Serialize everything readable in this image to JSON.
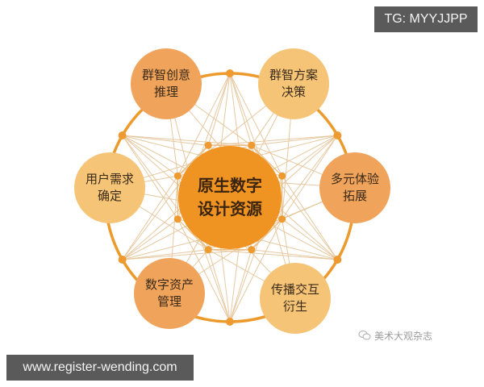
{
  "diagram": {
    "center": {
      "line1": "原生数字",
      "line2": "设计资源",
      "label": "原生数字\n设计资源"
    },
    "satellites": [
      {
        "id": "top-left",
        "label": "群智创意\n推理",
        "color": "#f0a35a"
      },
      {
        "id": "top-right",
        "label": "群智方案\n决策",
        "color": "#f5c477"
      },
      {
        "id": "right",
        "label": "多元体验\n拓展",
        "color": "#f0a35a"
      },
      {
        "id": "bottom-right",
        "label": "传播交互\n衍生",
        "color": "#f5c477"
      },
      {
        "id": "bottom-left",
        "label": "数字资产\n管理",
        "color": "#f0a35a"
      },
      {
        "id": "left",
        "label": "用户需求\n确定",
        "color": "#f5c477"
      }
    ],
    "colors": {
      "center_fill": "#ef9322",
      "ring_stroke": "#ec9a2c",
      "node_dot": "#ee9a30",
      "web_lines": "#e8c9a0"
    }
  },
  "badges": {
    "top_right": "TG: MYYJJPP",
    "bottom_left": "www.register-wending.com"
  },
  "watermark": {
    "icon": "wechat-icon",
    "text": "美术大观杂志"
  }
}
